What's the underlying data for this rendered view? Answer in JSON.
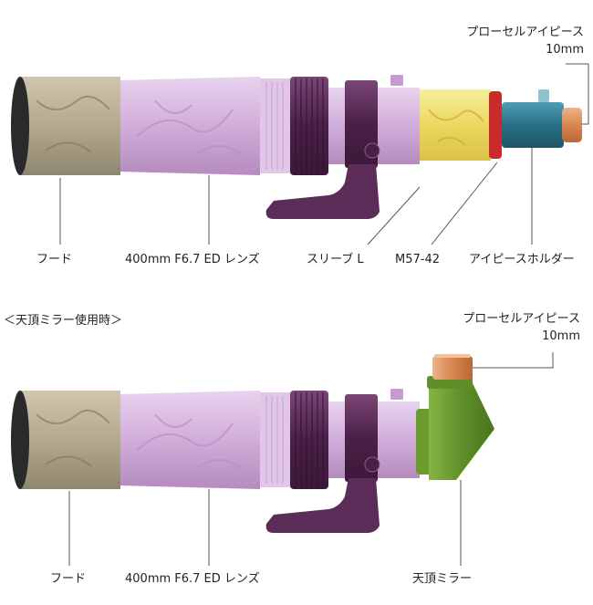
{
  "top_diagram": {
    "callout_eyepiece_name": "プローセルアイピース",
    "callout_eyepiece_focal": "10mm",
    "label_hood": "フード",
    "label_lens": "400mm F6.7 ED レンズ",
    "label_sleeve": "スリーブ L",
    "label_adapter": "M57-42",
    "label_holder": "アイピースホルダー"
  },
  "bottom_diagram": {
    "heading": "＜天頂ミラー使用時＞",
    "callout_eyepiece_name": "プローセルアイピース",
    "callout_eyepiece_focal": "10mm",
    "label_hood": "フード",
    "label_lens": "400mm F6.7 ED レンズ",
    "label_diagonal": "天頂ミラー"
  },
  "colors": {
    "hood": "#b7ad95",
    "lens_body": "#d9b8e0",
    "focus_ring": "#5e2f5a",
    "foot": "#5a2c57",
    "sleeve": "#f1e27a",
    "adapter_ring": "#c92a2a",
    "eyepiece_holder": "#2f7d92",
    "eyepiece": "#d98a5a",
    "diagonal": "#6b9a2f"
  }
}
